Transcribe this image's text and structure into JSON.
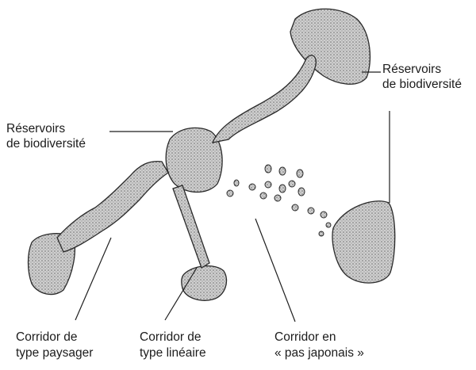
{
  "labels": {
    "reservoirs_left": [
      "Réservoirs",
      "de biodiversité"
    ],
    "reservoirs_right": [
      "Réservoirs",
      "de biodiversité"
    ],
    "corridor_paysager": [
      "Corridor de",
      "type paysager"
    ],
    "corridor_lineaire": [
      "Corridor de",
      "type linéaire"
    ],
    "corridor_pas_japonais": [
      "Corridor en",
      "« pas japonais »"
    ]
  },
  "colors": {
    "stipple_fill": "#b9b9b9",
    "outline": "#2a2a2a",
    "text": "#1c1c1c"
  }
}
